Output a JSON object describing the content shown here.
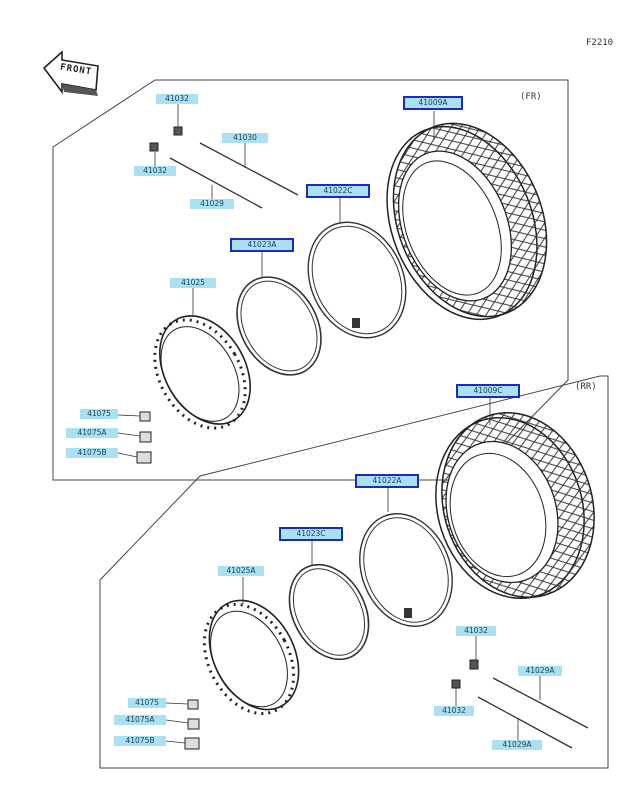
{
  "page_code": "F2210",
  "front_arrow_label": "FRONT",
  "sections": {
    "front": {
      "tag": "(FR)",
      "labels": {
        "tire": "41009A",
        "tube": "41022C",
        "rim_band": "41023A",
        "rim": "41025",
        "spoke_outer": "41030",
        "spoke_inner": "41029",
        "nipple_top": "41032",
        "nipple_side": "41032",
        "nut_1": "41075",
        "nut_2": "41075A",
        "nut_3": "41075B"
      }
    },
    "rear": {
      "tag": "(RR)",
      "labels": {
        "tire": "41009C",
        "tube": "41022A",
        "rim_band": "41023C",
        "rim": "41025A",
        "nipple_top": "41032",
        "nipple_bottom": "41032",
        "spoke_a": "41029A",
        "spoke_b": "41029A",
        "nut_1": "41075",
        "nut_2": "41075A",
        "nut_3": "41075B"
      }
    }
  },
  "colors": {
    "label_fill": "#a9e1f3",
    "label_border": "#1d2bbd",
    "line": "#444444"
  }
}
